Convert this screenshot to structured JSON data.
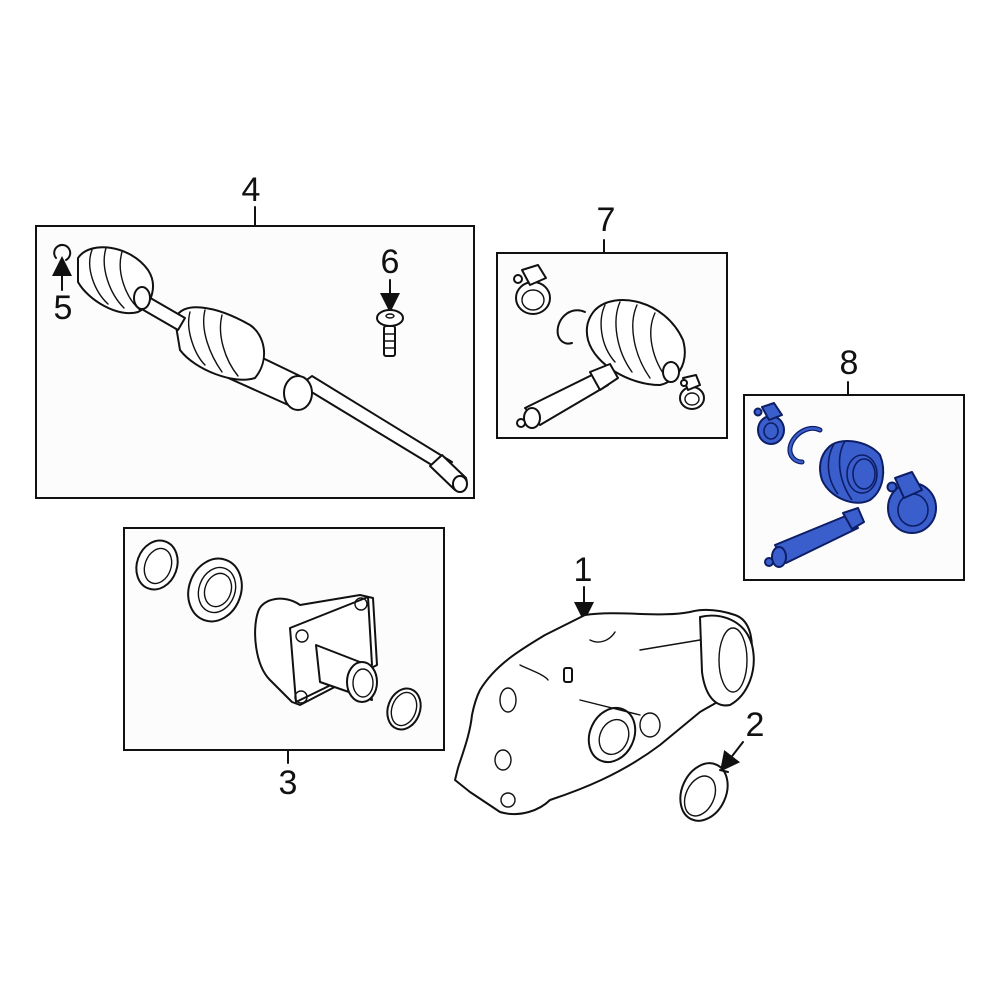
{
  "diagram": {
    "type": "exploded-parts-diagram",
    "background": "#ffffff",
    "line_color": "#111111",
    "box_fill": "#fcfcfc",
    "highlight_color": "#3a5fcd",
    "highlight_stroke": "#0d1d66"
  },
  "callouts": [
    {
      "id": "1",
      "label": "1",
      "part": "differential-housing"
    },
    {
      "id": "2",
      "label": "2",
      "part": "seal-ring"
    },
    {
      "id": "3",
      "label": "3",
      "part": "flange-housing-kit"
    },
    {
      "id": "4",
      "label": "4",
      "part": "axle-shaft-assembly"
    },
    {
      "id": "5",
      "label": "5",
      "part": "snap-ring"
    },
    {
      "id": "6",
      "label": "6",
      "part": "bolt"
    },
    {
      "id": "7",
      "label": "7",
      "part": "cv-boot-kit-outer"
    },
    {
      "id": "8",
      "label": "8",
      "part": "cv-boot-kit-highlighted"
    }
  ],
  "labels": {
    "c1": "1",
    "c2": "2",
    "c3": "3",
    "c4": "4",
    "c5": "5",
    "c6": "6",
    "c7": "7",
    "c8": "8"
  }
}
